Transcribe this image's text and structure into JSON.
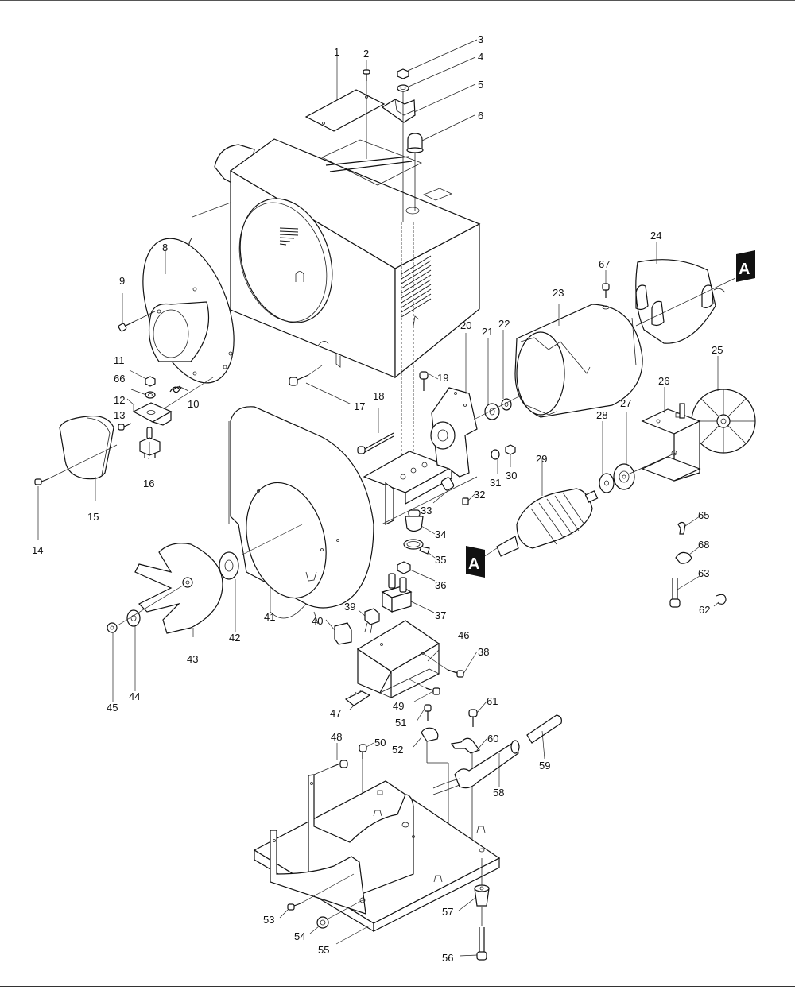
{
  "diagram": {
    "type": "exploded-parts-view",
    "reference_marker": "A",
    "callouts": [
      {
        "id": "1",
        "label": "1"
      },
      {
        "id": "2",
        "label": "2"
      },
      {
        "id": "3",
        "label": "3"
      },
      {
        "id": "4",
        "label": "4"
      },
      {
        "id": "5",
        "label": "5"
      },
      {
        "id": "6",
        "label": "6"
      },
      {
        "id": "7",
        "label": "7"
      },
      {
        "id": "8",
        "label": "8"
      },
      {
        "id": "9",
        "label": "9"
      },
      {
        "id": "10",
        "label": "10"
      },
      {
        "id": "11",
        "label": "11"
      },
      {
        "id": "12",
        "label": "12"
      },
      {
        "id": "13",
        "label": "13"
      },
      {
        "id": "14",
        "label": "14"
      },
      {
        "id": "15",
        "label": "15"
      },
      {
        "id": "16",
        "label": "16"
      },
      {
        "id": "17",
        "label": "17"
      },
      {
        "id": "18",
        "label": "18"
      },
      {
        "id": "19",
        "label": "19"
      },
      {
        "id": "20",
        "label": "20"
      },
      {
        "id": "21",
        "label": "21"
      },
      {
        "id": "22",
        "label": "22"
      },
      {
        "id": "23",
        "label": "23"
      },
      {
        "id": "24",
        "label": "24"
      },
      {
        "id": "25",
        "label": "25"
      },
      {
        "id": "26",
        "label": "26"
      },
      {
        "id": "27",
        "label": "27"
      },
      {
        "id": "28",
        "label": "28"
      },
      {
        "id": "29",
        "label": "29"
      },
      {
        "id": "30",
        "label": "30"
      },
      {
        "id": "31",
        "label": "31"
      },
      {
        "id": "32",
        "label": "32"
      },
      {
        "id": "33",
        "label": "33"
      },
      {
        "id": "34",
        "label": "34"
      },
      {
        "id": "35",
        "label": "35"
      },
      {
        "id": "36",
        "label": "36"
      },
      {
        "id": "37",
        "label": "37"
      },
      {
        "id": "38",
        "label": "38"
      },
      {
        "id": "39",
        "label": "39"
      },
      {
        "id": "40",
        "label": "40"
      },
      {
        "id": "41",
        "label": "41"
      },
      {
        "id": "42",
        "label": "42"
      },
      {
        "id": "43",
        "label": "43"
      },
      {
        "id": "44",
        "label": "44"
      },
      {
        "id": "45",
        "label": "45"
      },
      {
        "id": "46",
        "label": "46"
      },
      {
        "id": "47",
        "label": "47"
      },
      {
        "id": "48",
        "label": "48"
      },
      {
        "id": "49",
        "label": "49"
      },
      {
        "id": "50",
        "label": "50"
      },
      {
        "id": "51",
        "label": "51"
      },
      {
        "id": "52",
        "label": "52"
      },
      {
        "id": "53",
        "label": "53"
      },
      {
        "id": "54",
        "label": "54"
      },
      {
        "id": "55",
        "label": "55"
      },
      {
        "id": "56",
        "label": "56"
      },
      {
        "id": "57",
        "label": "57"
      },
      {
        "id": "58",
        "label": "58"
      },
      {
        "id": "59",
        "label": "59"
      },
      {
        "id": "60",
        "label": "60"
      },
      {
        "id": "61",
        "label": "61"
      },
      {
        "id": "62",
        "label": "62"
      },
      {
        "id": "63",
        "label": "63"
      },
      {
        "id": "65",
        "label": "65"
      },
      {
        "id": "66",
        "label": "66"
      },
      {
        "id": "67",
        "label": "67"
      },
      {
        "id": "68",
        "label": "68"
      }
    ]
  }
}
